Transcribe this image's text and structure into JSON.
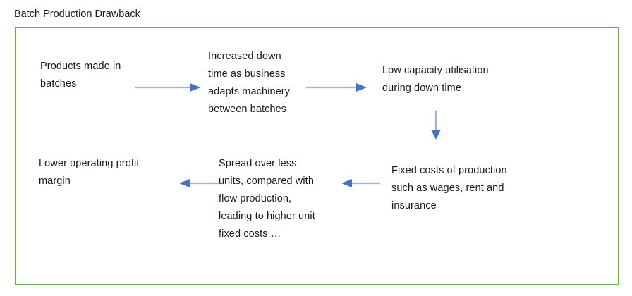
{
  "page": {
    "title": "Batch Production Drawback"
  },
  "frame": {
    "border_color": "#70AD47"
  },
  "arrows": {
    "shaft_color": "#9DB3D8",
    "head_color": "#4472C4",
    "items": [
      {
        "name": "arrow-products-to-downtime",
        "direction": "right"
      },
      {
        "name": "arrow-downtime-to-lowcapacity",
        "direction": "right"
      },
      {
        "name": "arrow-lowcapacity-to-fixedcosts",
        "direction": "down"
      },
      {
        "name": "arrow-fixedcosts-to-spread",
        "direction": "left"
      },
      {
        "name": "arrow-spread-to-lowermargin",
        "direction": "left"
      }
    ]
  },
  "flow": {
    "nodes": [
      {
        "id": "products",
        "text": "Products made in\nbatches"
      },
      {
        "id": "downtime",
        "text": "Increased down\ntime as business\nadapts machinery\nbetween batches"
      },
      {
        "id": "lowcapacity",
        "text": "Low capacity utilisation\nduring down time"
      },
      {
        "id": "fixedcosts",
        "text": "Fixed costs of production\nsuch as wages, rent and\ninsurance"
      },
      {
        "id": "spread",
        "text": "Spread over less\nunits, compared with\nflow production,\nleading to higher unit\nfixed costs …"
      },
      {
        "id": "lowermargin",
        "text": "Lower operating profit\nmargin"
      }
    ]
  }
}
